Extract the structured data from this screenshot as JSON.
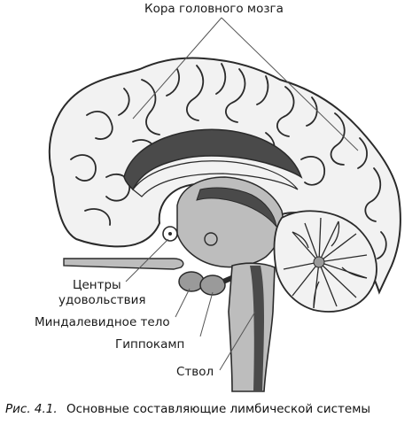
{
  "labels": {
    "cortex": "Кора головного мозга",
    "pleasure_line1": "Центры",
    "pleasure_line2": "удовольствия",
    "amygdala": "Миндалевидное тело",
    "hippocampus": "Гиппокамп",
    "brainstem": "Ствол"
  },
  "caption": {
    "number": "Рис. 4.1.",
    "text": "Основные составляющие лимбической системы"
  },
  "colors": {
    "outline": "#2a2a2a",
    "cortex_fill": "#f2f2f2",
    "inner_fill": "#bdbdbd",
    "mid_fill": "#9a9a9a",
    "dark_fill": "#4a4a4a",
    "callout_line": "#555555"
  }
}
